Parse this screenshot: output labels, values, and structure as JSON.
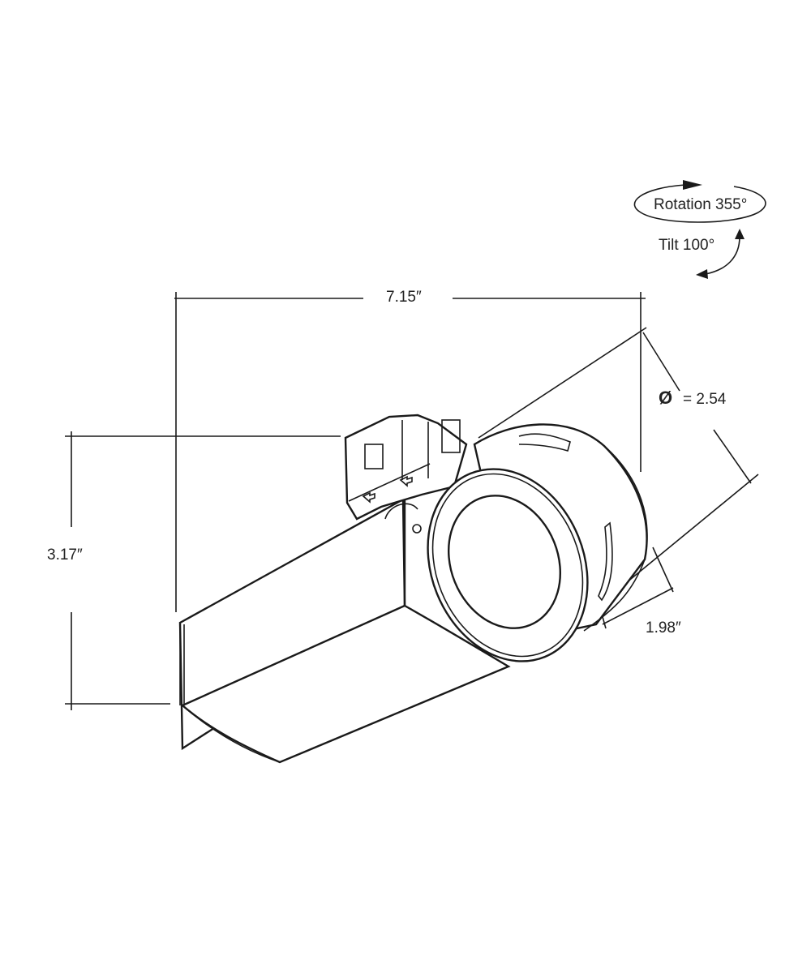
{
  "annotations": {
    "rotation": "Rotation 355°",
    "tilt": "Tilt 100°"
  },
  "dimensions": {
    "length": "7.15″",
    "height": "3.17″",
    "diameter_symbol": "Ø",
    "diameter": "= 2.54",
    "head_depth": "1.98″"
  },
  "colors": {
    "line": "#1a1a1a",
    "background": "#ffffff"
  }
}
